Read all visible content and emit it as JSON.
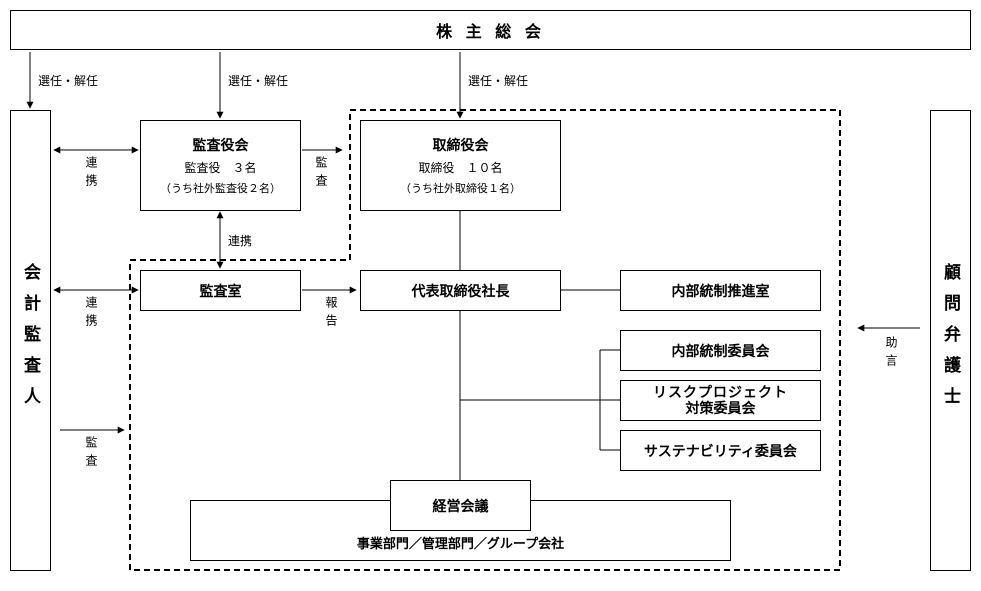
{
  "shareholders_meeting": "株 主 総 会",
  "labels": {
    "elect_dismiss": "選任・解任",
    "cooperation": "連携",
    "audit": "監査",
    "report": "報告",
    "advice": "助言"
  },
  "audit_board": {
    "title": "監査役会",
    "line1": "監査役　３名",
    "line2": "（うち社外監査役２名）"
  },
  "board_of_directors": {
    "title": "取締役会",
    "line1": "取締役　１０名",
    "line2": "（うち社外取締役１名）"
  },
  "audit_office": "監査室",
  "president": "代表取締役社長",
  "internal_control_promotion": "内部統制推進室",
  "internal_control_committee": "内部統制委員会",
  "risk_project_committee": {
    "line1": "リスクプロジェクト",
    "line2": "対策委員会"
  },
  "sustainability_committee": "サステナビリティ委員会",
  "management_meeting": "経営会議",
  "departments": "事業部門／管理部門／グループ会社",
  "accounting_auditor": "会計監査人",
  "legal_advisor": "顧問弁護士"
}
